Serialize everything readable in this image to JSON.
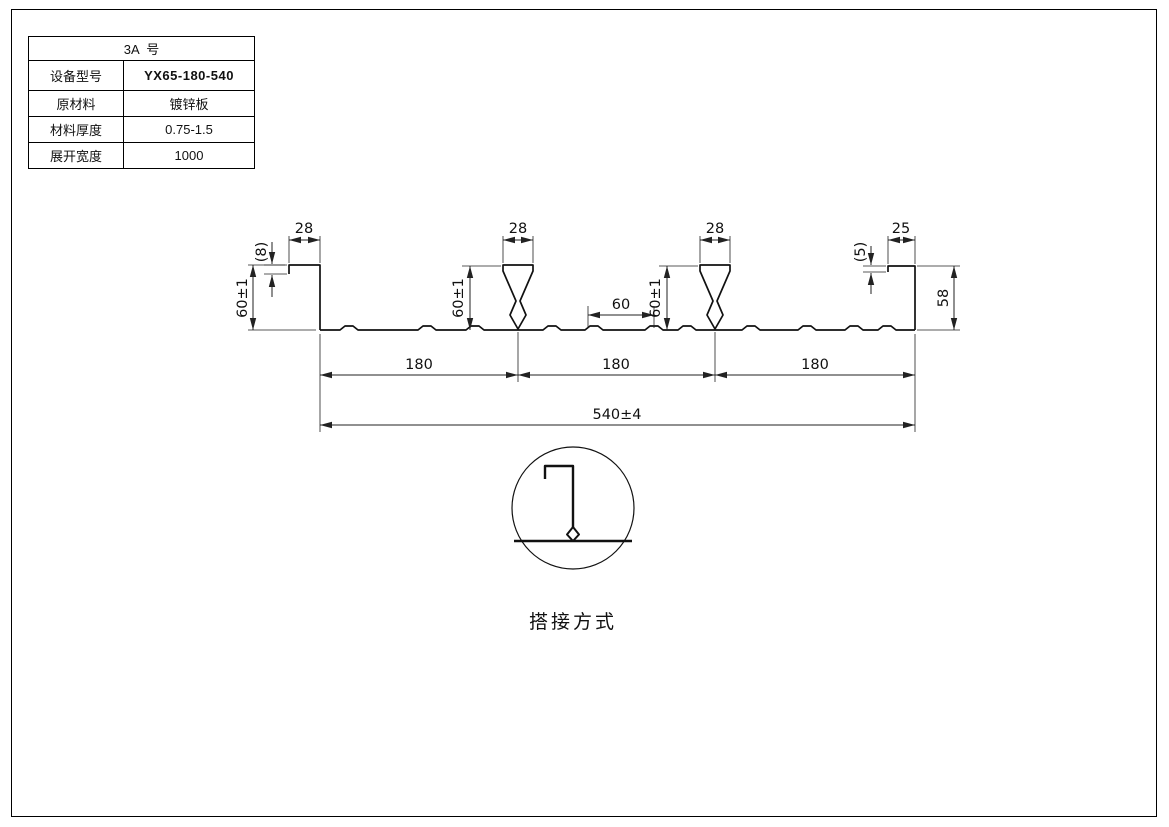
{
  "title_block": {
    "header": "3A  号",
    "rows": [
      {
        "label": "设备型号",
        "value": "YX65-180-540"
      },
      {
        "label": "原材料",
        "value": "镀锌板"
      },
      {
        "label": "材料厚度",
        "value": "0.75-1.5"
      },
      {
        "label": "展开宽度",
        "value": "1000"
      }
    ]
  },
  "dimensions": {
    "left_lip": "(8)",
    "left_flange": "28",
    "left_height": "60±1",
    "rib1_width": "28",
    "rib1_height": "60±1",
    "mid_span": "60",
    "rib2_width": "28",
    "rib2_height": "60±1",
    "right_flange": "25",
    "right_lip": "(5)",
    "right_height": "58",
    "pitches": [
      "180",
      "180",
      "180"
    ],
    "overall": "540±4"
  },
  "detail": {
    "caption": "搭接方式"
  },
  "colors": {
    "line": "#111111",
    "background": "#ffffff"
  }
}
